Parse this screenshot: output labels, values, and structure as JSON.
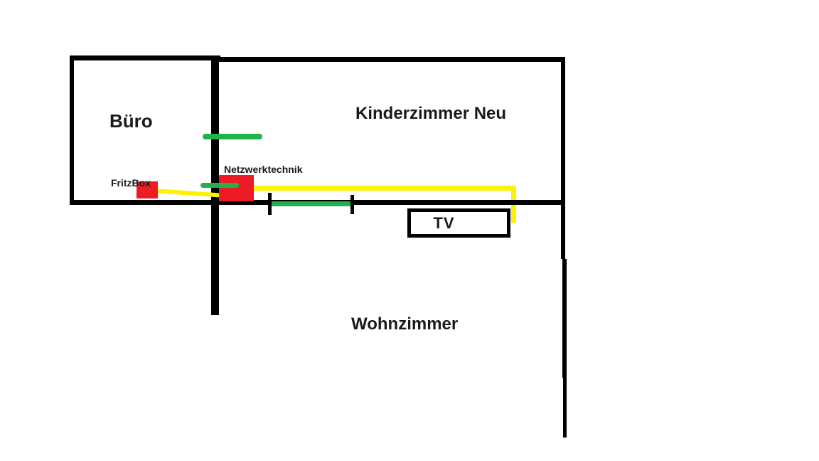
{
  "palette": {
    "wall": "#000000",
    "device_fill": "#ed1c24",
    "cable_lan": "#fff200",
    "cable_planned": "#22b14c"
  },
  "rooms": {
    "buero": {
      "label": "Büro"
    },
    "kinderzimmer": {
      "label": "Kinderzimmer Neu"
    },
    "wohnzimmer": {
      "label": "Wohnzimmer"
    }
  },
  "devices": {
    "fritzbox": {
      "label": "FritzBox"
    },
    "netzwerktechnik": {
      "label": "Netzwerktechnik"
    },
    "tv": {
      "label": "TV"
    }
  }
}
